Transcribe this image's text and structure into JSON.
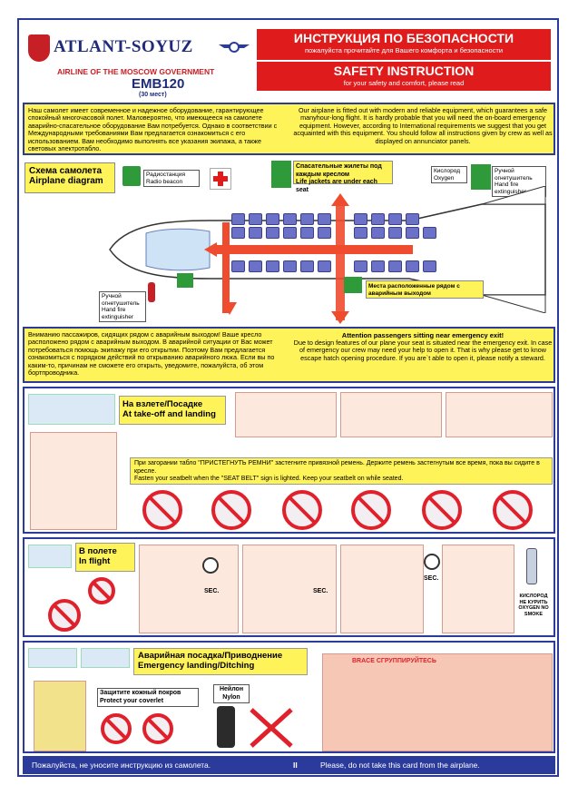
{
  "header": {
    "logo_text": "ATLANT-SOYUZ",
    "airline_sub": "AIRLINE OF THE MOSCOW GOVERNMENT",
    "model": "EMB120",
    "seats": "(30 мест)",
    "title_ru": "ИНСТРУКЦИЯ ПО БЕЗОПАСНОСТИ",
    "subtitle_ru": "пожалуйста прочитайте для Вашего комфорта и безопасности",
    "title_en": "SAFETY INSTRUCTION",
    "subtitle_en": "for your safety and comfort, please read"
  },
  "intro": {
    "ru": "Наш самолет имеет современное и надежное оборудование, гарантирующее спокойный многочасовой полет. Маловероятно, что имеющееся на самолете аварийно-спасательное оборудование Вам потребуется. Однако в соответствии с Международными требованиями Вам предлагается ознакомиться с его использованием. Вам необходимо выполнять все указания экипажа, а также световых электротабло.",
    "en": "Our airplane is fitted out with modern and reliable equipment, which guarantees a safe manyhour-long flight. It is hardly probable that you will need the on-board emergency equipment. However, according to International requirements we suggest that you get acquainted with this equipment. You should follow all instructions given by crew as well as displayed on annunciator panels."
  },
  "diagram": {
    "title_ru": "Схема самолета",
    "title_en": "Airplane diagram",
    "radio_beacon_ru": "Радиостанция",
    "radio_beacon_en": "Radio beacon",
    "lifejackets_ru": "Спасательные жилеты под каждым креслом",
    "lifejackets_en": "Life jackets are under each seat",
    "oxygen_ru": "Кислород",
    "oxygen_en": "Oxygen",
    "extinguisher_ru": "Ручной огнетушитель",
    "extinguisher_en": "Hand fire extinguisher",
    "exit_seats": "Места расположенные рядом с аварийным выходом"
  },
  "emergency_exit": {
    "ru": "Вниманию пассажиров, сидящих рядом с аварийным выходом! Ваше кресло расположено рядом с аварийным выходом. В аварийной ситуации от Вас может потребоваться помощь экипажу при его открытии. Поэтому Вам предлагается ознакомиться с порядком действий по открыванию аварийного люка. Если вы по каким-то, причинам не сможете его открыть, уведомите, пожалуйста, об этом бортпроводника.",
    "en_title": "Attention passengers sitting near emergency exit!",
    "en": "Due to design features of our plane your seat is situated near the emergency exit. In case of emergency our crew may need your help to open it. That is why please get to know escape hatch opening procedure. If you are`t able to open it, please notify a steward."
  },
  "takeoff": {
    "title_ru": "На взлете/Посадке",
    "title_en": "At take-off and landing",
    "seatbelt_ru": "При загорании табло \"ПРИСТЕГНУТЬ РЕМНИ\" застегните привязной ремень. Держите ремень застегнутым все время, пока вы сидите в кресле.",
    "seatbelt_en": "Fasten your seatbelt when the \"SEAT BELT\" sign is lighted. Keep your seatbelt on while seated."
  },
  "inflight": {
    "title_ru": "В полете",
    "title_en": "In flight",
    "sec": "SEC.",
    "oxygen_label": "КИСЛОРОД НЕ КУРИТЬ OXYGEN NO SMOKE"
  },
  "ditching": {
    "title_ru": "Аварийная посадка/Приводнение",
    "title_en": "Emergency landing/Ditching",
    "protect_ru": "Защитите кожный покров",
    "protect_en": "Protect your coverlet",
    "nylon_ru": "Нейлон",
    "nylon_en": "Nylon",
    "brace": "BRACE  СГРУППИРУЙТЕСЬ"
  },
  "footer": {
    "ru": "Пожалуйста, не уносите инструкцию из самолета.",
    "num": "II",
    "en": "Please, do not take this card from the airplane."
  },
  "colors": {
    "brand_blue": "#2a3b9c",
    "alert_red": "#e01b1b",
    "highlight_yellow": "#fff35a"
  }
}
